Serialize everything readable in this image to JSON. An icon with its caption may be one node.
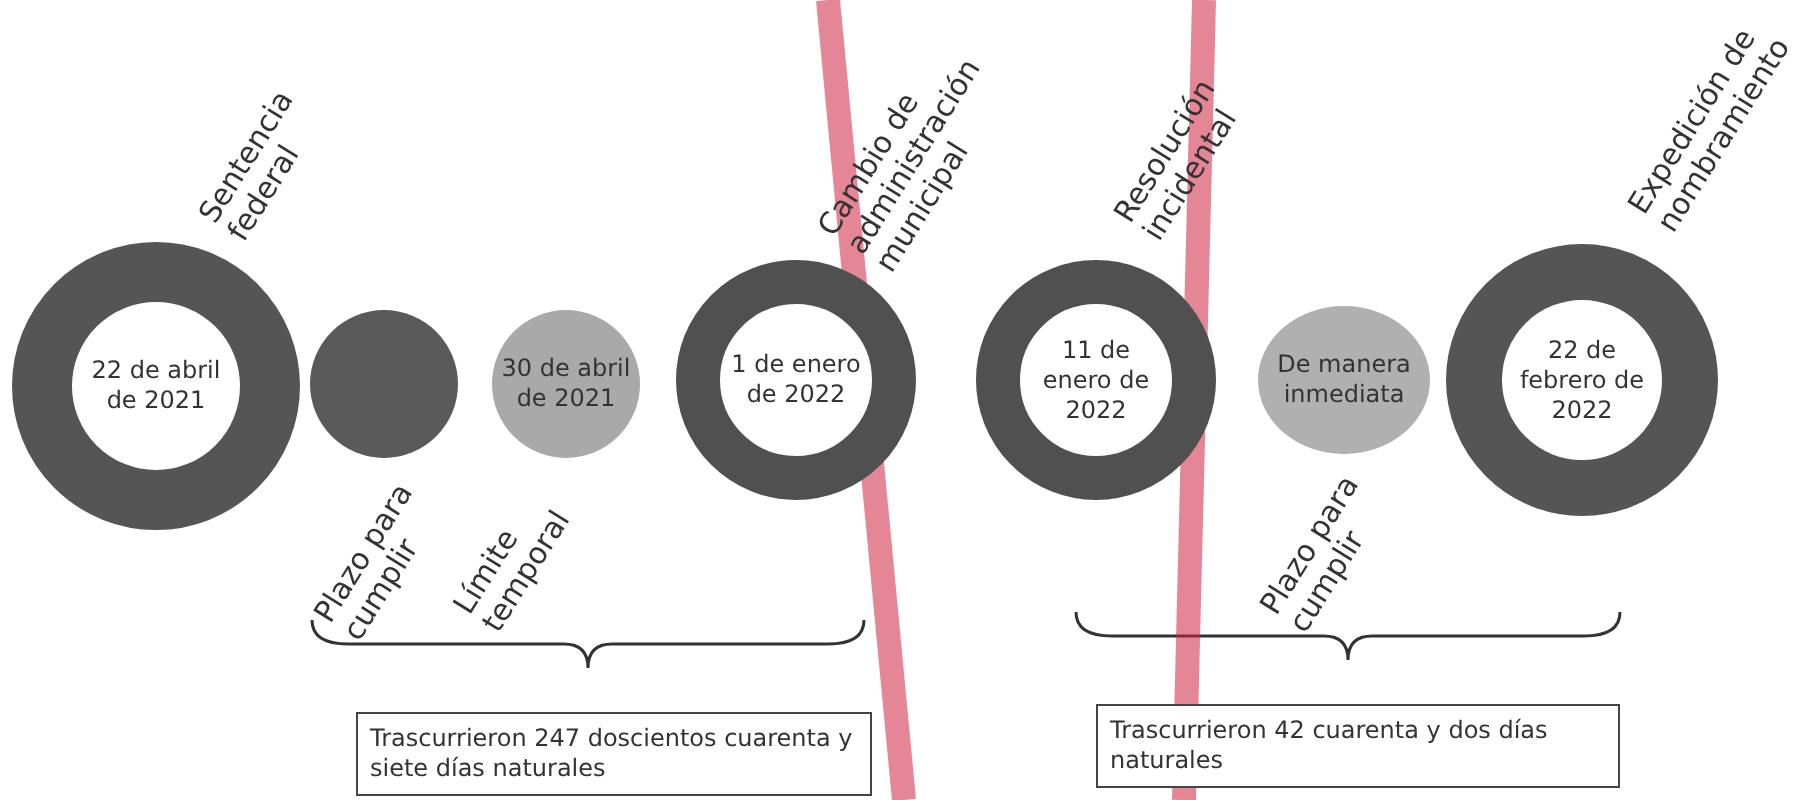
{
  "diagram": {
    "nodes": [
      {
        "text": [
          "22 de abril de 2021"
        ],
        "beside": [
          "Sentencia federal"
        ]
      },
      {
        "text": [],
        "shape": "circle",
        "beside": [
          "Plazo para cumplir"
        ]
      },
      {
        "text": [
          "30 de abril de 2021"
        ],
        "beside": [
          "Límite temporal"
        ]
      },
      {
        "text": [
          "1 de enero de 2022"
        ],
        "beside": [
          "Cambio de administración municipal"
        ]
      },
      {
        "text": [
          "11 de enero de 2022"
        ],
        "beside": [
          "Resolución incidental"
        ]
      },
      {
        "text": [
          "De manera inmediata"
        ],
        "beside": [
          "Plazo para cumplir"
        ]
      },
      {
        "text": [
          "22 de febrero de 2022"
        ],
        "beside": [
          "Expedición de nombramiento"
        ]
      },
      {
        "text": [
          "Trascurrieron 247 doscientos cuarenta y siete días naturales"
        ]
      },
      {
        "text": [
          "Trascurrieron 42 cuarenta y dos días naturales"
        ]
      }
    ]
  }
}
